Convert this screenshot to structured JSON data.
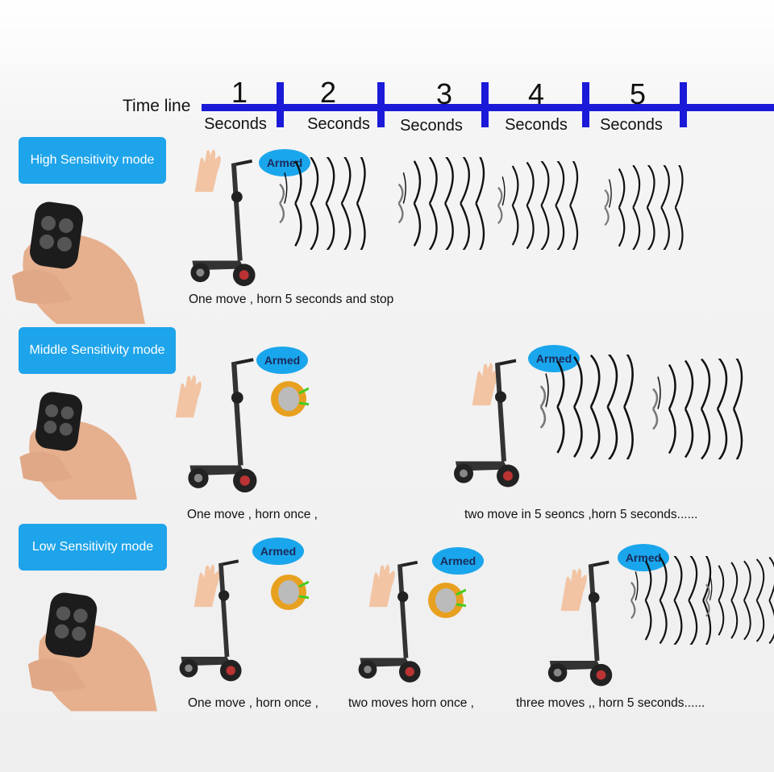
{
  "timeline": {
    "label": "Time line",
    "steps": [
      {
        "number": "1",
        "unit": "Seconds"
      },
      {
        "number": "2",
        "unit": "Seconds"
      },
      {
        "number": "3",
        "unit": "Seconds"
      },
      {
        "number": "4",
        "unit": "Seconds"
      },
      {
        "number": "5",
        "unit": "Seconds"
      }
    ],
    "color": "#1a1ad8"
  },
  "modes": [
    {
      "label": "High Sensitivity mode",
      "captions": [
        "One move , horn 5 seconds and stop"
      ]
    },
    {
      "label": "Middle Sensitivity mode",
      "captions": [
        "One move , horn once ,",
        "two move in 5 seoncs ,horn 5 seconds......"
      ]
    },
    {
      "label": "Low Sensitivity mode",
      "captions": [
        "One move , horn once ,",
        "two moves  horn once ,",
        "three moves ,, horn 5 seconds......"
      ]
    }
  ],
  "armed_label": "Armed",
  "accent": "#1ea4ea"
}
